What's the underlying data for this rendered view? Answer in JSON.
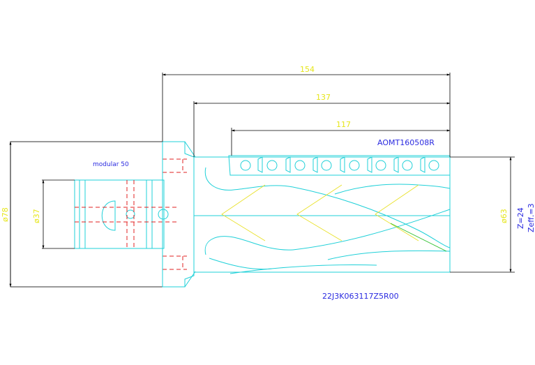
{
  "dimensions": {
    "overall_length": "154",
    "body_length": "137",
    "cutting_length": "117",
    "shank_diameter": "ø78",
    "bore_diameter": "ø37",
    "cutter_diameter": "ø63"
  },
  "labels": {
    "insert": "AOMT160508R",
    "adapter": "modular 50",
    "part_number": "22J3K063117Z5R00",
    "teeth": "Z=24",
    "effective_teeth": "Zeff.=3"
  },
  "colors": {
    "outline": "#1fd0d8",
    "dimension_lines": "#000000",
    "hidden_lines": "#e02020",
    "dimension_text": "#e6e61a",
    "annotation_text": "#2a2ae0"
  }
}
